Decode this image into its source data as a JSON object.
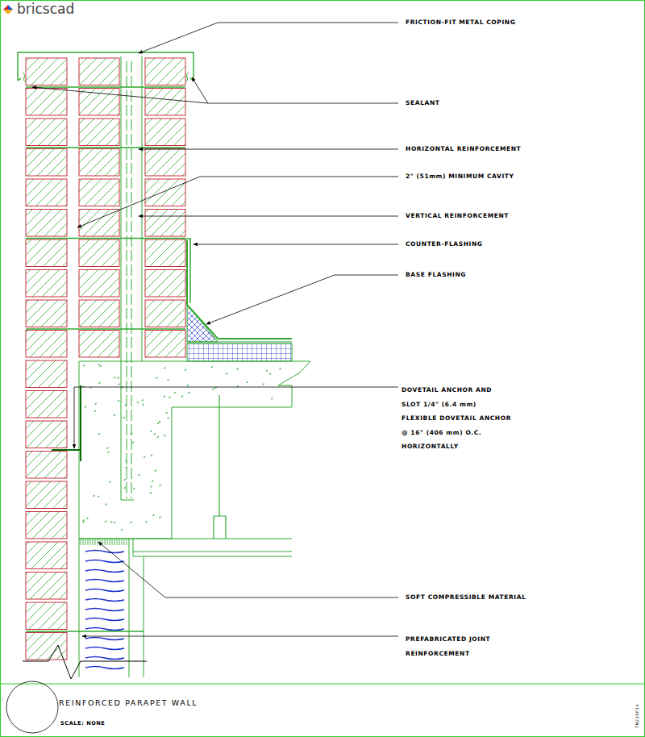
{
  "diagram": {
    "title": "REINFORCED PARAPET WALL",
    "labels": [
      "bricscad",
      "FRICTION-FIT METAL COPING",
      "SEALANT",
      "HORIZONTAL REINFORCEMENT",
      "2\" (51mm) MINIMUM CAVITY",
      "VERTICAL REINFORCEMENT",
      "COUNTER-FLASHING",
      "BASE FLASHING",
      "DOVETAIL ANCHOR AND SLOT 1/4\" (6.4 mm) FLEXIBLE DOVETAIL ANCHOR @ 16\" (406 mm) O.C. HORIZONTALLY",
      "SOFT COMPRESSIBLE MATERIAL",
      "PREFABRICATED JOINT REINFORCEMENT",
      "SCALE: NONE",
      "TN21SP14"
    ]
  }
}
